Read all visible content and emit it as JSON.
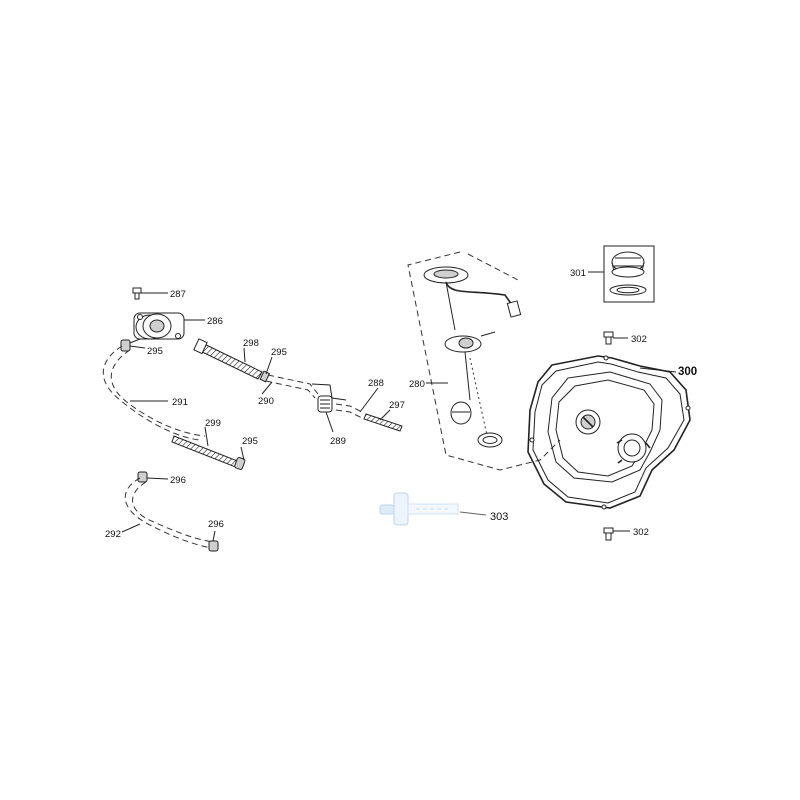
{
  "labels": {
    "p287": "287",
    "p286": "286",
    "p295a": "295",
    "p291": "291",
    "p298": "298",
    "p295b": "295",
    "p290": "290",
    "p299": "299",
    "p295c": "295",
    "p296a": "296",
    "p292": "292",
    "p296b": "296",
    "p288": "288",
    "p297": "297",
    "p289": "289",
    "p280": "280",
    "p301": "301",
    "p302a": "302",
    "p300": "300",
    "p302b": "302",
    "p303": "303"
  },
  "colors": {
    "line": "#222222",
    "background": "#ffffff",
    "accent_303": "#9fc6e8"
  }
}
